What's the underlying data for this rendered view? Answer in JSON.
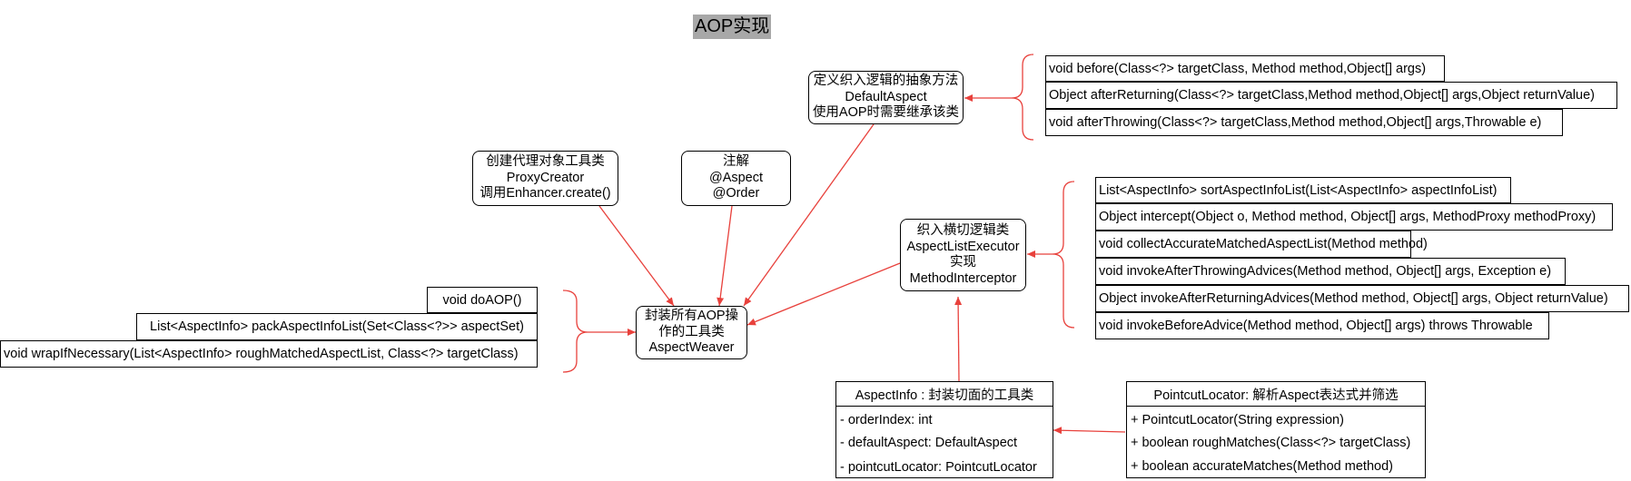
{
  "title": "AOP实现",
  "nodes": {
    "default_aspect": [
      "定义织入逻辑的抽象方法",
      "DefaultAspect",
      "使用AOP时需要继承该类"
    ],
    "proxy_creator": [
      "创建代理对象工具类",
      "ProxyCreator",
      "调用Enhancer.create()"
    ],
    "annotation": [
      "注解",
      "@Aspect",
      "@Order"
    ],
    "aspect_weaver": [
      "封装所有AOP操",
      "作的工具类",
      "AspectWeaver"
    ],
    "aspect_list_executor": [
      "织入横切逻辑类",
      "AspectListExecutor",
      "实现",
      "MethodInterceptor"
    ]
  },
  "default_aspect_methods": [
    "void before(Class<?> targetClass, Method method,Object[] args)",
    "Object afterReturning(Class<?> targetClass,Method method,Object[] args,Object returnValue)",
    "void afterThrowing(Class<?> targetClass,Method method,Object[] args,Throwable e)"
  ],
  "weaver_methods": [
    "void doAOP()",
    "List<AspectInfo> packAspectInfoList(Set<Class<?>> aspectSet)",
    "void wrapIfNecessary(List<AspectInfo> roughMatchedAspectList, Class<?> targetClass)"
  ],
  "executor_methods": [
    "List<AspectInfo> sortAspectInfoList(List<AspectInfo> aspectInfoList)",
    "Object intercept(Object o, Method method, Object[] args, MethodProxy methodProxy)",
    "void collectAccurateMatchedAspectList(Method method)",
    "void invokeAfterThrowingAdvices(Method method, Object[] args, Exception e)",
    "Object invokeAfterReturningAdvices(Method method, Object[] args, Object returnValue)",
    "void invokeBeforeAdvice(Method method, Object[] args) throws Throwable"
  ],
  "aspect_info": {
    "header": "AspectInfo : 封装切面的工具类",
    "rows": [
      "- orderIndex: int",
      "- defaultAspect: DefaultAspect",
      "- pointcutLocator: PointcutLocator"
    ]
  },
  "pointcut_locator": {
    "header": "PointcutLocator: 解析Aspect表达式并筛选",
    "rows": [
      "+ PointcutLocator(String expression)",
      "+ boolean roughMatches(Class<?> targetClass)",
      "+ boolean accurateMatches(Method method)"
    ]
  },
  "colors": {
    "arrow": "#e8413c",
    "title_bg": "#a8a8a8"
  }
}
